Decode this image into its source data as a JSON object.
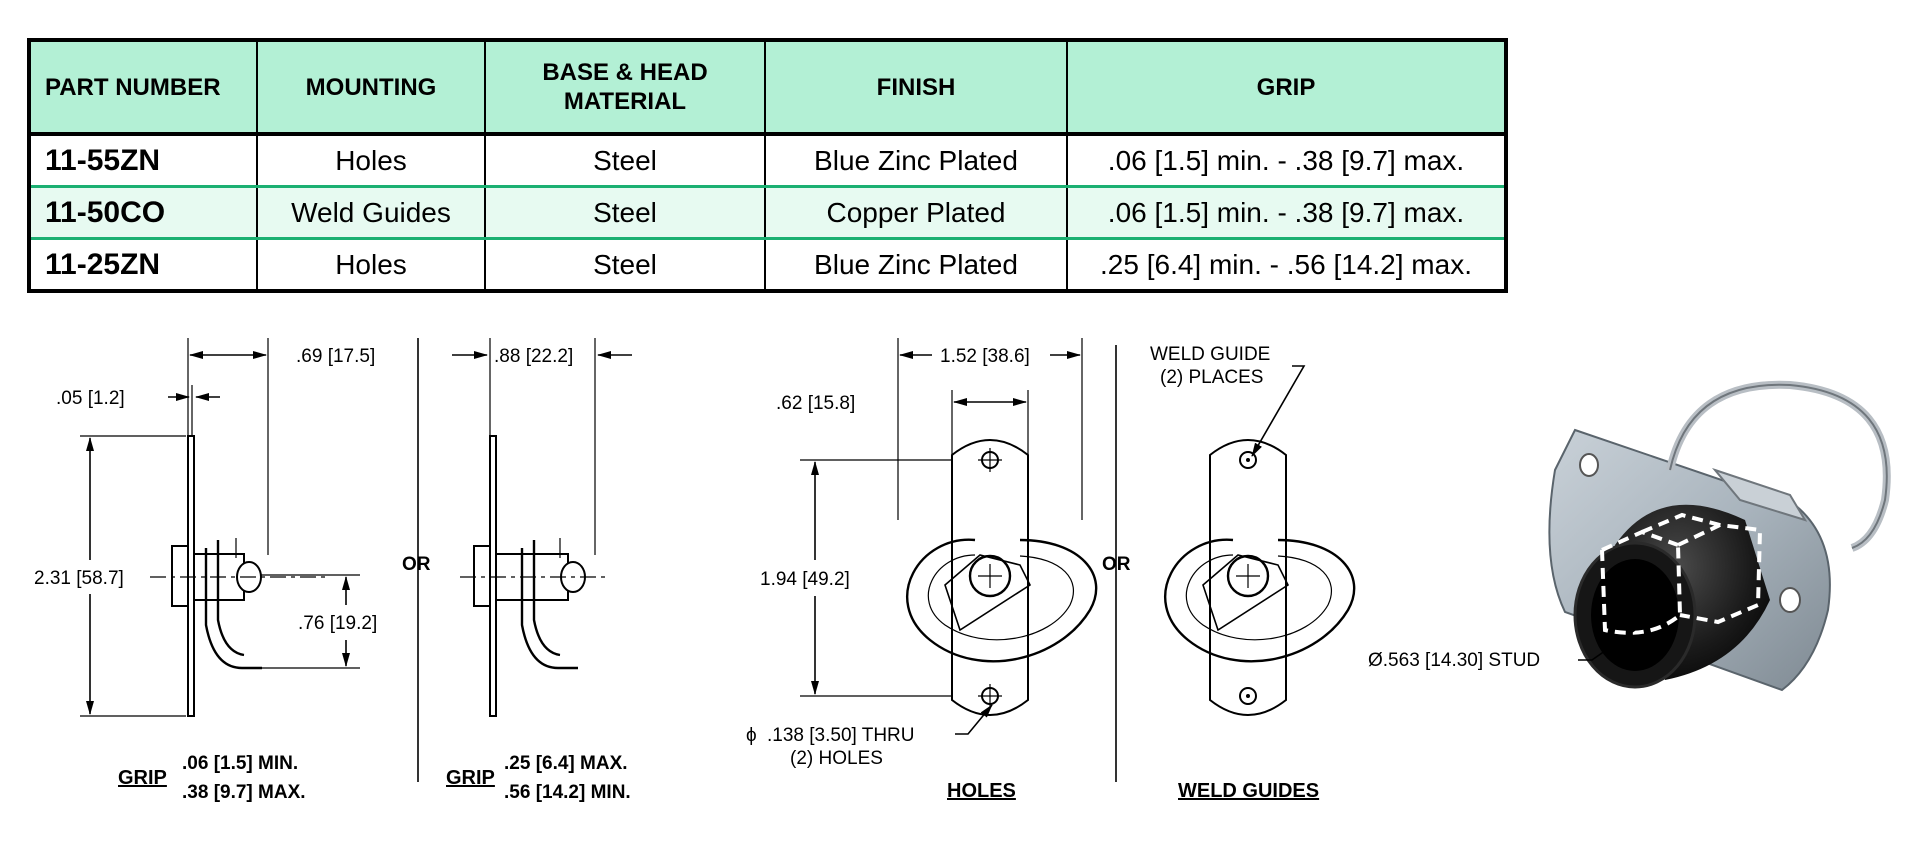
{
  "table": {
    "headers": [
      "PART NUMBER",
      "MOUNTING",
      "BASE & HEAD",
      "MATERIAL",
      "FINISH",
      "GRIP"
    ],
    "rows": [
      {
        "part_number": "11-55ZN",
        "mounting": "Holes",
        "material": "Steel",
        "finish": "Blue Zinc Plated",
        "grip": ".06 [1.5] min. - .38 [9.7] max."
      },
      {
        "part_number": "11-50CO",
        "mounting": "Weld Guides",
        "material": "Steel",
        "finish": "Copper Plated",
        "grip": ".06 [1.5] min. - .38 [9.7] max."
      },
      {
        "part_number": "11-25ZN",
        "mounting": "Holes",
        "material": "Steel",
        "finish": "Blue Zinc Plated",
        "grip": ".25 [6.4] min. - .56 [14.2] max."
      }
    ],
    "colors": {
      "header_bg": "#b3f0d5",
      "alt_row_bg": "#e7faf1",
      "row_separator": "#1bb072"
    }
  },
  "drawing": {
    "side_view_1": {
      "dims": [
        ".69 [17.5]",
        ".05 [1.2]",
        "2.31 [58.7]",
        ".76 [19.2]"
      ],
      "grip_label": "GRIP",
      "grip_values": [
        ".06 [1.5] MIN.",
        ".38 [9.7] MAX."
      ]
    },
    "or_label": "OR",
    "side_view_2": {
      "dims": [
        ".88 [22.2]"
      ],
      "grip_label": "GRIP",
      "grip_values": [
        ".25 [6.4] MAX.",
        ".56 [14.2] MIN."
      ]
    },
    "holes_view": {
      "dims": [
        "1.52 [38.6]",
        ".62 [15.8]",
        "1.94 [49.2]"
      ],
      "hole_callout": [
        ".138 [3.50]  THRU",
        "(2) HOLES"
      ],
      "diameter_symbol": "ϕ",
      "caption": "HOLES"
    },
    "weld_view": {
      "callout": [
        "WELD GUIDE",
        "(2) PLACES"
      ],
      "caption": "WELD GUIDES"
    },
    "photo": {
      "stud_callout": "Ø.563 [14.30] STUD",
      "colors": {
        "plate": "#a9b4bd",
        "body": "#1a1a1a",
        "ring": "#b8bec4"
      }
    }
  }
}
